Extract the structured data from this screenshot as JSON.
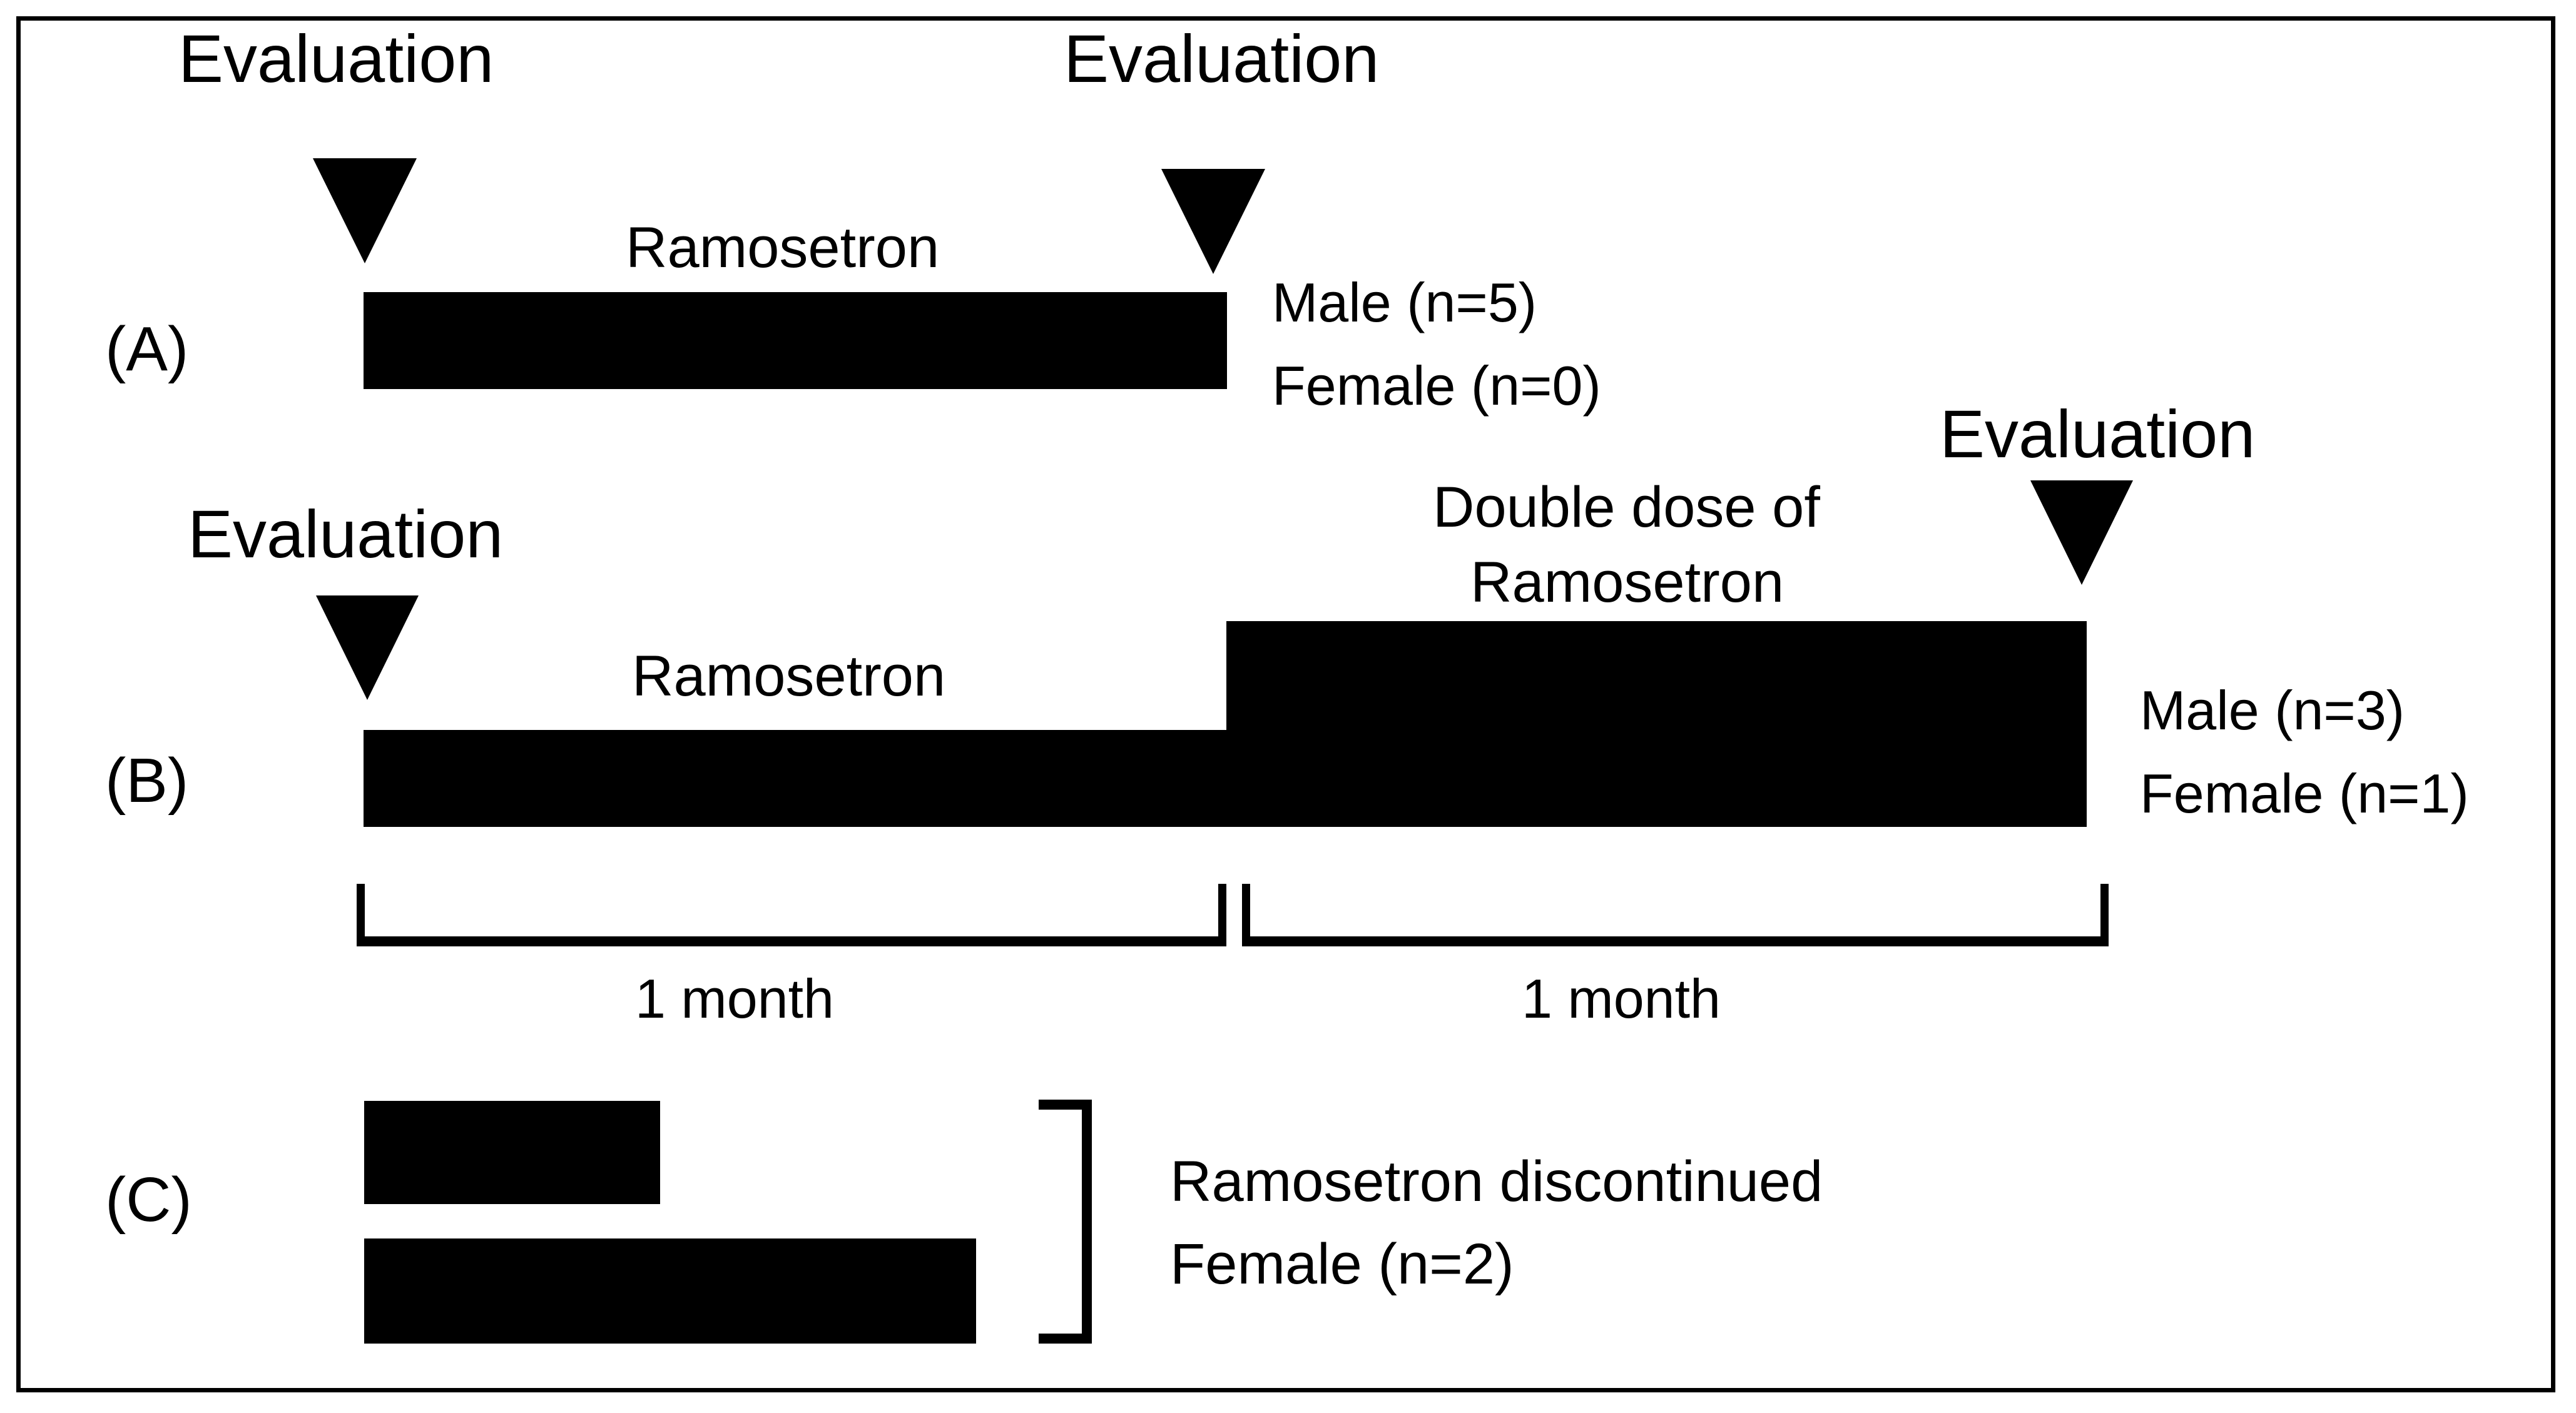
{
  "figure": {
    "type": "study-protocol-diagram",
    "background_color": "#ffffff",
    "ink_color": "#000000",
    "border_color": "#000000"
  },
  "panels": [
    {
      "id": "A",
      "label": "(A)",
      "evaluations": [
        {
          "label": "Evaluation",
          "position": "start"
        },
        {
          "label": "Evaluation",
          "position": "end"
        }
      ],
      "treatment_label": "Ramosetron",
      "outcome_lines": [
        "Male (n=5)",
        "Female (n=0)"
      ]
    },
    {
      "id": "B",
      "label": "(B)",
      "evaluations": [
        {
          "label": "Evaluation",
          "position": "start"
        },
        {
          "label": "Evaluation",
          "position": "end"
        }
      ],
      "treatment_label": "Ramosetron",
      "escalation_label_line1": "Double dose of",
      "escalation_label_line2": "Ramosetron",
      "outcome_lines": [
        "Male (n=3)",
        "Female (n=1)"
      ],
      "durations": [
        {
          "label": "1 month",
          "phase": "standard-dose"
        },
        {
          "label": "1 month",
          "phase": "double-dose"
        }
      ]
    },
    {
      "id": "C",
      "label": "(C)",
      "outcome_lines": [
        "Ramosetron discontinued",
        "Female (n=2)"
      ]
    }
  ],
  "chart_data": {
    "type": "timeline",
    "title": "",
    "xlabel": "",
    "ylabel": "",
    "series": [
      {
        "name": "(A) Ramosetron",
        "bars": [
          {
            "label": "Ramosetron",
            "start_month": 0,
            "end_month": 1,
            "thickness": "standard"
          }
        ],
        "markers": [
          {
            "label": "Evaluation",
            "month": 0
          },
          {
            "label": "Evaluation",
            "month": 1
          }
        ],
        "outcome": "Male (n=5) / Female (n=0)"
      },
      {
        "name": "(B) Ramosetron then double dose",
        "bars": [
          {
            "label": "Ramosetron",
            "start_month": 0,
            "end_month": 1,
            "thickness": "standard"
          },
          {
            "label": "Double dose of Ramosetron",
            "start_month": 1,
            "end_month": 2,
            "thickness": "double"
          }
        ],
        "markers": [
          {
            "label": "Evaluation",
            "month": 0
          },
          {
            "label": "Evaluation",
            "month": 2
          }
        ],
        "outcome": "Male (n=3) / Female (n=1)"
      },
      {
        "name": "(C) Discontinued",
        "bars": [
          {
            "label": "",
            "start_month": 0,
            "end_month": 0.5,
            "thickness": "standard"
          },
          {
            "label": "",
            "start_month": 0,
            "end_month": 1.0,
            "thickness": "standard"
          }
        ],
        "markers": [],
        "outcome": "Ramosetron discontinued / Female (n=2)"
      }
    ],
    "duration_brackets": [
      {
        "label": "1 month",
        "start_month": 0,
        "end_month": 1
      },
      {
        "label": "1 month",
        "start_month": 1,
        "end_month": 2
      }
    ]
  }
}
